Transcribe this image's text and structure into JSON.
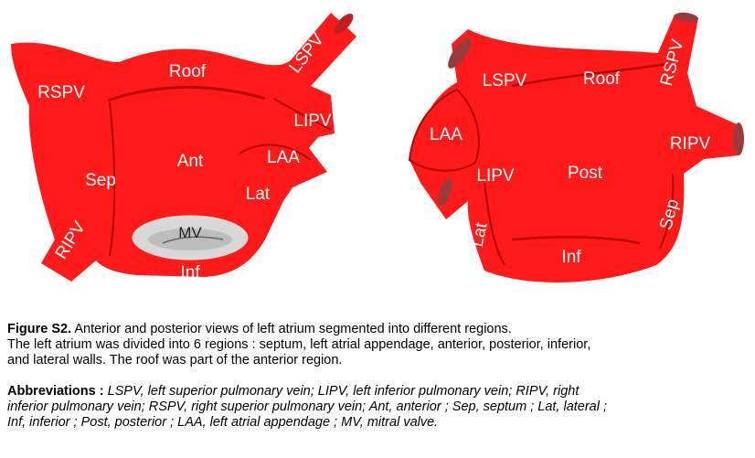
{
  "figure": {
    "colors": {
      "atrium": "#ff1a1a",
      "shade": "#b30000",
      "valve": "#cfcfcf",
      "vein_end": "#9a3b3b"
    },
    "anterior_view": {
      "labels": {
        "roof": "Roof",
        "rspv": "RSPV",
        "lspv": "LSPV",
        "lipv": "LIPV",
        "laa": "LAA",
        "ant": "Ant",
        "sep": "Sep",
        "lat": "Lat",
        "ripv": "RIPV",
        "mv": "MV",
        "inf": "Inf"
      }
    },
    "posterior_view": {
      "labels": {
        "lspv": "LSPV",
        "roof": "Roof",
        "rspv": "RSPV",
        "laa": "LAA",
        "ripv": "RIPV",
        "lipv": "LIPV",
        "post": "Post",
        "lat": "Lat",
        "sep": "Sep",
        "inf": "Inf"
      }
    }
  },
  "caption": {
    "figure_label": "Figure S2.",
    "line1": " Anterior and posterior views of left atrium segmented into different regions.",
    "line2": "The left atrium was divided into 6 regions : septum, left atrial appendage, anterior, posterior, inferior,",
    "line3": "and lateral walls. The roof was part of the anterior region.",
    "abbrev_label": "Abbreviations :",
    "abbrev_line1": " LSPV, left superior pulmonary vein; LIPV, left inferior pulmonary vein; RIPV, right",
    "abbrev_line2": "inferior pulmonary vein; RSPV, right superior pulmonary vein; Ant, anterior ; Sep, septum ; Lat, lateral ;",
    "abbrev_line3": "Inf, inferior ; Post, posterior ; LAA, left atrial appendage ; MV, mitral valve."
  }
}
